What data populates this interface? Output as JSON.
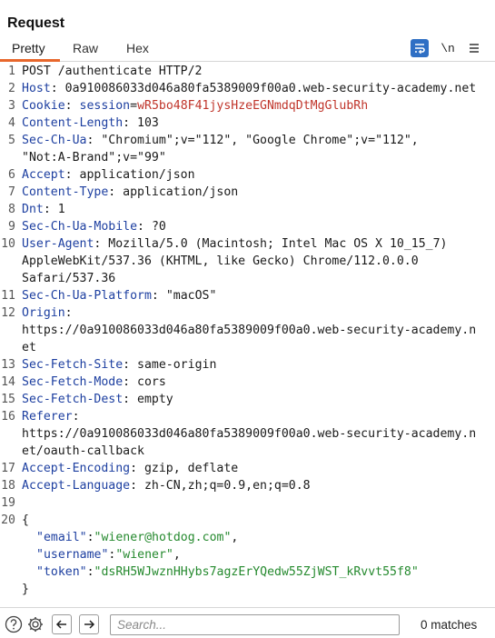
{
  "panel": {
    "title": "Request"
  },
  "tabs": [
    {
      "label": "Pretty",
      "active": true
    },
    {
      "label": "Raw",
      "active": false
    },
    {
      "label": "Hex",
      "active": false
    }
  ],
  "toolbar": {
    "wrap_icon": "word-wrap-icon",
    "newline_label": "\\n",
    "menu_icon": "hamburger-menu-icon"
  },
  "request_lines": [
    {
      "n": "1",
      "text": "POST /authenticate HTTP/2"
    },
    {
      "n": "2",
      "key": "Host",
      "value": " 0a910086033d046a80fa5389009f00a0.web-security-academy.net"
    },
    {
      "n": "3",
      "key": "Cookie",
      "cookie_name": " session",
      "cookie_value": "wR5bo48F41jysHzeEGNmdqDtMgGlubRh"
    },
    {
      "n": "4",
      "key": "Content-Length",
      "value": " 103"
    },
    {
      "n": "5",
      "key": "Sec-Ch-Ua",
      "value": " \"Chromium\";v=\"112\", \"Google Chrome\";v=\"112\",",
      "cont": "\"Not:A-Brand\";v=\"99\""
    },
    {
      "n": "6",
      "key": "Accept",
      "value": " application/json"
    },
    {
      "n": "7",
      "key": "Content-Type",
      "value": " application/json"
    },
    {
      "n": "8",
      "key": "Dnt",
      "value": " 1"
    },
    {
      "n": "9",
      "key": "Sec-Ch-Ua-Mobile",
      "value": " ?0"
    },
    {
      "n": "10",
      "key": "User-Agent",
      "value": " Mozilla/5.0 (Macintosh; Intel Mac OS X 10_15_7)",
      "cont": "AppleWebKit/537.36 (KHTML, like Gecko) Chrome/112.0.0.0",
      "cont2": "Safari/537.36"
    },
    {
      "n": "11",
      "key": "Sec-Ch-Ua-Platform",
      "value": " \"macOS\""
    },
    {
      "n": "12",
      "key": "Origin",
      "value": "",
      "cont": "https://0a910086033d046a80fa5389009f00a0.web-security-academy.n",
      "cont2": "et"
    },
    {
      "n": "13",
      "key": "Sec-Fetch-Site",
      "value": " same-origin"
    },
    {
      "n": "14",
      "key": "Sec-Fetch-Mode",
      "value": " cors"
    },
    {
      "n": "15",
      "key": "Sec-Fetch-Dest",
      "value": " empty"
    },
    {
      "n": "16",
      "key": "Referer",
      "value": "",
      "cont": "https://0a910086033d046a80fa5389009f00a0.web-security-academy.n",
      "cont2": "et/oauth-callback"
    },
    {
      "n": "17",
      "key": "Accept-Encoding",
      "value": " gzip, deflate"
    },
    {
      "n": "18",
      "key": "Accept-Language",
      "value": " zh-CN,zh;q=0.9,en;q=0.8"
    },
    {
      "n": "19",
      "text": ""
    },
    {
      "n": "20",
      "text": "{"
    }
  ],
  "body_json": [
    {
      "key": "\"email\"",
      "value": "\"wiener@hotdog.com\"",
      "trail": ","
    },
    {
      "key": "\"username\"",
      "value": "\"wiener\"",
      "trail": ","
    },
    {
      "key": "\"token\"",
      "value": "\"dsRH5WJwznHHybs7agzErYQedw55ZjWST_kRvvt55f8\"",
      "trail": ""
    }
  ],
  "body_close": "}",
  "search": {
    "placeholder": "Search...",
    "value": ""
  },
  "matches": "0 matches"
}
